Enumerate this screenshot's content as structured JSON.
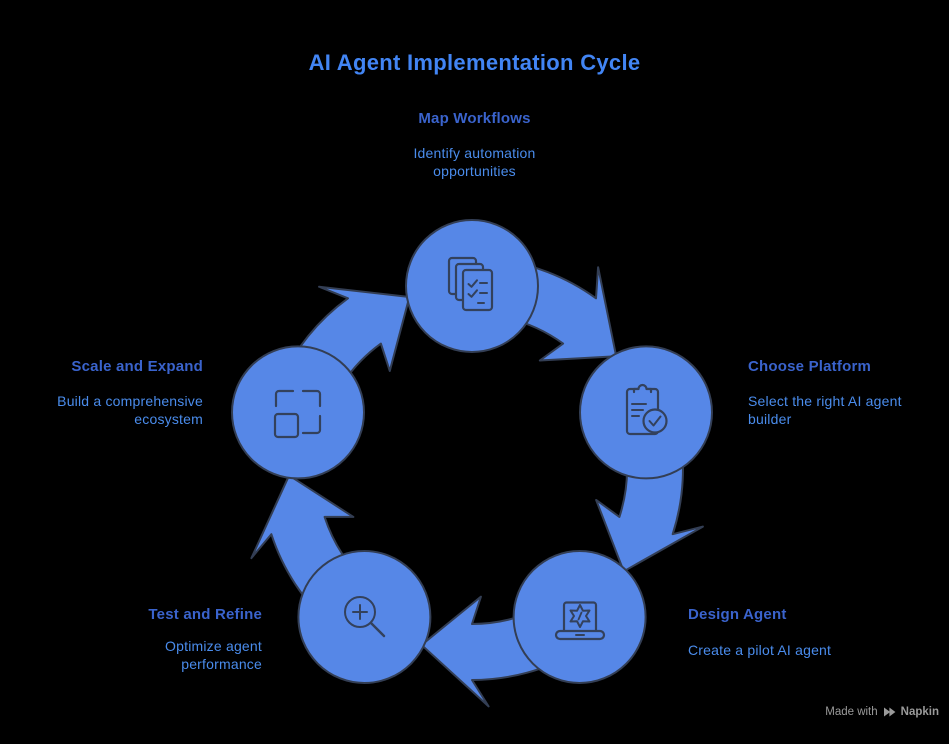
{
  "title": "AI Agent Implementation Cycle",
  "nodes": [
    {
      "label": "Map Workflows",
      "description": "Identify automation opportunities",
      "icon": "documents-checklist-icon",
      "position": "top"
    },
    {
      "label": "Choose Platform",
      "description": "Select the right AI agent builder",
      "icon": "clipboard-check-icon",
      "position": "right"
    },
    {
      "label": "Design Agent",
      "description": "Create a pilot AI agent",
      "icon": "laptop-gear-icon",
      "position": "bottom-right"
    },
    {
      "label": "Test and Refine",
      "description": "Optimize agent performance",
      "icon": "magnifier-plus-icon",
      "position": "bottom-left"
    },
    {
      "label": "Scale and Expand",
      "description": "Build a comprehensive ecosystem",
      "icon": "scale-squares-icon",
      "position": "left"
    }
  ],
  "watermark": {
    "prefix": "Made with",
    "brand": "Napkin",
    "icon": "napkin-logo-icon"
  },
  "colors": {
    "background": "#000000",
    "node_fill": "#5687E7",
    "node_outline": "#333E54",
    "icon_stroke": "#33415C",
    "title_text": "#4285F4",
    "node_label_text": "#3A63CC",
    "node_description_text": "#4A8CEC",
    "watermark_text": "#9A9A9A"
  }
}
